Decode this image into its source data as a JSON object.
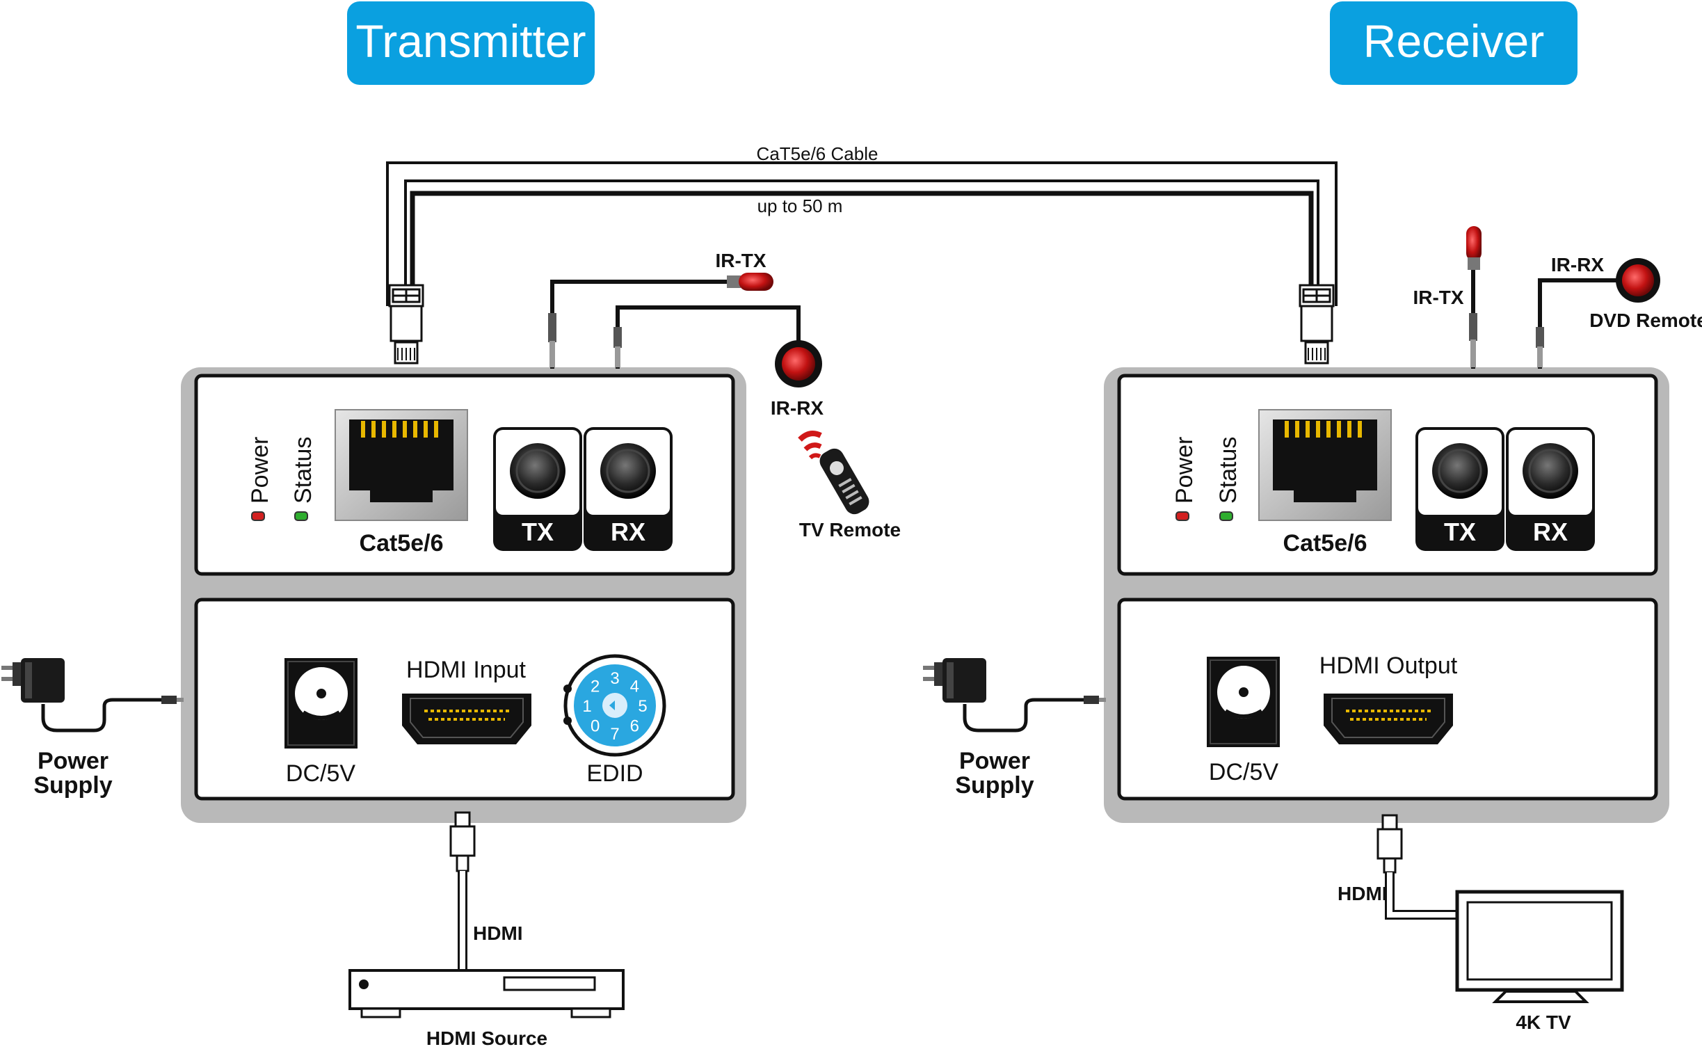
{
  "headers": {
    "transmitter": "Transmitter",
    "receiver": "Receiver"
  },
  "cable": {
    "name": "CaT5e/6 Cable",
    "distance": "up to 50 m"
  },
  "transmitter": {
    "leds": {
      "power": "Power",
      "status": "Status"
    },
    "rj45_label": "Cat5e/6",
    "ir_ports": {
      "tx": "TX",
      "rx": "RX"
    },
    "ir_tx_label": "IR-TX",
    "ir_rx_label": "IR-RX",
    "remote_label": "TV Remote",
    "dc_label": "DC/5V",
    "hdmi_label": "HDMI Input",
    "edid_label": "EDID",
    "edid_digits": [
      "0",
      "1",
      "2",
      "3",
      "4",
      "5",
      "6",
      "7"
    ],
    "power_supply": [
      "Power",
      "Supply"
    ],
    "hdmi_cable_label": "HDMI",
    "source_label": "HDMI Source"
  },
  "receiver": {
    "leds": {
      "power": "Power",
      "status": "Status"
    },
    "rj45_label": "Cat5e/6",
    "ir_ports": {
      "tx": "TX",
      "rx": "RX"
    },
    "ir_tx_label": "IR-TX",
    "ir_rx_label": "IR-RX",
    "remote_label": "DVD Remote",
    "dc_label": "DC/5V",
    "hdmi_label": "HDMI Output",
    "power_supply": [
      "Power",
      "Supply"
    ],
    "hdmi_cable_label": "HDMI",
    "display_label": "4K TV"
  },
  "colors": {
    "header_bg": "#0aa0e0",
    "device_frame": "#b9b9b9",
    "led_power": "#d22020",
    "led_status": "#2fae2f",
    "ir_red": "#d01818",
    "edid_blue": "#2aa7e0"
  }
}
